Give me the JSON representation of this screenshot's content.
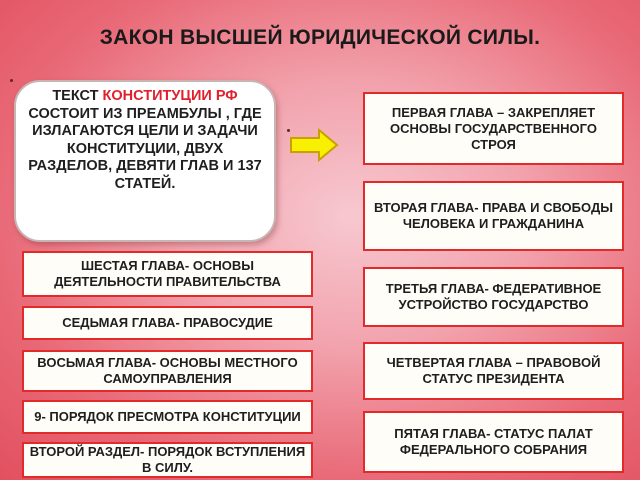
{
  "title": "ЗАКОН  ВЫСШЕЙ ЮРИДИЧЕСКОЙ СИЛЫ.",
  "intro": {
    "prefix": "ТЕКСТ ",
    "highlight": "КОНСТИТУЦИИ РФ",
    "text": "СОСТОИТ ИЗ ПРЕАМБУЛЫ , ГДЕ ИЗЛАГАЮТСЯ  ЦЕЛИ И ЗАДАЧИ КОНСТИТУЦИИ, ДВУХ РАЗДЕЛОВ, ДЕВЯТИ ГЛАВ И 137 СТАТЕЙ."
  },
  "left_boxes": [
    "ШЕСТАЯ ГЛАВА- ОСНОВЫ ДЕЯТЕЛЬНОСТИ ПРАВИТЕЛЬСТВА",
    "СЕДЬМАЯ ГЛАВА- ПРАВОСУДИЕ",
    "ВОСЬМАЯ ГЛАВА-  ОСНОВЫ МЕСТНОГО САМОУПРАВЛЕНИЯ",
    "9-  ПОРЯДОК ПРЕСМОТРА КОНСТИТУЦИИ",
    "ВТОРОЙ РАЗДЕЛ- ПОРЯДОК ВСТУПЛЕНИЯ  В СИЛУ."
  ],
  "right_boxes": [
    "ПЕРВАЯ ГЛАВА – ЗАКРЕПЛЯЕТ ОСНОВЫ ГОСУДАРСТВЕННОГО СТРОЯ",
    "ВТОРАЯ ГЛАВА- ПРАВА И СВОБОДЫ ЧЕЛОВЕКА И ГРАЖДАНИНА",
    "ТРЕТЬЯ ГЛАВА- ФЕДЕРАТИВНОЕ УСТРОЙСТВО   ГОСУДАРСТВО",
    "ЧЕТВЕРТАЯ ГЛАВА – ПРАВОВОЙ СТАТУС ПРЕЗИДЕНТА",
    "ПЯТАЯ ГЛАВА- СТАТУС ПАЛАТ ФЕДЕРАЛЬНОГО СОБРАНИЯ"
  ],
  "colors": {
    "box_border": "#e12a2a",
    "highlight": "#e0202d",
    "arrow_fill": "#f7f000",
    "arrow_stroke": "#c8a000"
  }
}
